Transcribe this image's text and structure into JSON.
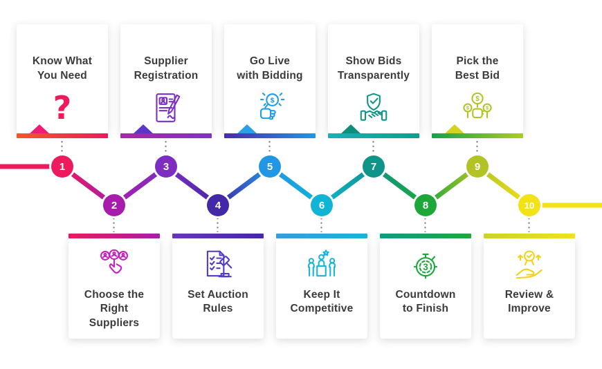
{
  "diagram": {
    "type": "process-timeline",
    "background_color": "#ffffff",
    "connector_dot_color": "#8c8c8c",
    "title_text_color": "#3b3b3b",
    "steps": [
      {
        "number": "1",
        "label": "Know What\nYou Need",
        "icon": "question-mark-icon",
        "position": "top",
        "circle_color": "#ED1A5E",
        "icon_color": "#ED1A5E",
        "bar_gradient": [
          "#F0592B",
          "#ED1A5B"
        ],
        "pointer_color": "#EE1B77"
      },
      {
        "number": "2",
        "label": "Choose the\nRight\nSuppliers",
        "icon": "select-suppliers-icon",
        "position": "bottom",
        "circle_color": "#A81CAD",
        "icon_color": "#C521BB",
        "bar_gradient": [
          "#ED1A5B",
          "#A81CAD"
        ],
        "pointer_color": "#7D2EC1"
      },
      {
        "number": "3",
        "label": "Supplier\nRegistration",
        "icon": "registration-document-pen-icon",
        "position": "top",
        "circle_color": "#7D2EC1",
        "icon_color": "#7B2FC4",
        "bar_gradient": [
          "#A62BA5",
          "#8133C4"
        ],
        "pointer_color": "#5B36C9"
      },
      {
        "number": "4",
        "label": "Set Auction\nRules",
        "icon": "checklist-gavel-icon",
        "position": "bottom",
        "circle_color": "#4328A8",
        "icon_color": "#5438C8",
        "bar_gradient": [
          "#6A35BD",
          "#4328A8"
        ],
        "pointer_color": "#2F2398"
      },
      {
        "number": "5",
        "label": "Go Live\nwith Bidding",
        "icon": "magnifier-dollar-hand-icon",
        "position": "top",
        "circle_color": "#2196E3",
        "icon_color": "#1E9BE9",
        "bar_gradient": [
          "#4B2AA8",
          "#2196E3"
        ],
        "pointer_color": "#29A0E8"
      },
      {
        "number": "6",
        "label": "Keep It\nCompetitive",
        "icon": "podium-winner-icon",
        "position": "bottom",
        "circle_color": "#10B5D6",
        "icon_color": "#16B6D8",
        "bar_gradient": [
          "#3A9BD9",
          "#16B5D8"
        ],
        "pointer_color": "#0D9ED1"
      },
      {
        "number": "7",
        "label": "Show Bids\nTransparently",
        "icon": "shield-handshake-icon",
        "position": "top",
        "circle_color": "#0E9488",
        "icon_color": "#0F9488",
        "bar_gradient": [
          "#1CAFB5",
          "#0F9E8E"
        ],
        "pointer_color": "#0E8F7B"
      },
      {
        "number": "8",
        "label": "Countdown\nto Finish",
        "icon": "countdown-timer-icon",
        "position": "bottom",
        "circle_color": "#1CA839",
        "icon_color": "#1CA839",
        "bar_gradient": [
          "#0F9B82",
          "#1CA839"
        ],
        "pointer_color": "#2EB531"
      },
      {
        "number": "9",
        "label": "Pick the\nBest Bid",
        "icon": "best-bid-coins-icon",
        "position": "top",
        "circle_color": "#B2C326",
        "icon_color": "#B2C326",
        "bar_gradient": [
          "#16A24A",
          "#AECB26"
        ],
        "pointer_color": "#D2D21F"
      },
      {
        "number": "10",
        "label": "Review &\nImprove",
        "icon": "medal-hand-icon",
        "position": "bottom",
        "circle_color": "#F2E216",
        "icon_color": "#F2D116",
        "bar_gradient": [
          "#CBD323",
          "#F2E216"
        ],
        "pointer_color": "#EFCD0D"
      }
    ]
  }
}
